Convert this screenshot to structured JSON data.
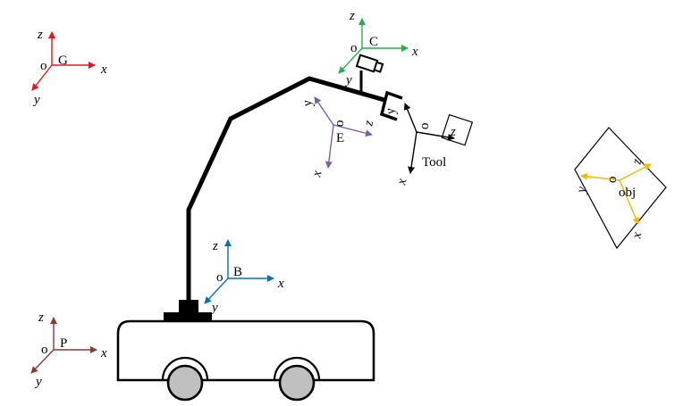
{
  "colors": {
    "frame_G": "#e8141c",
    "frame_C": "#22b14c",
    "frame_E": "#7c5fa3",
    "frame_Tool": "#000000",
    "frame_obj": "#f5b800",
    "frame_B": "#0070c0",
    "frame_P": "#8b3a2e",
    "structure": "#000000",
    "wheel_fill": "#c0c0c0"
  },
  "frames": {
    "G": {
      "name": "G",
      "origin": "o",
      "x": "x",
      "y": "y",
      "z": "z"
    },
    "C": {
      "name": "C",
      "origin": "o",
      "x": "x",
      "y": "y",
      "z": "z"
    },
    "E": {
      "name": "E",
      "origin": "o",
      "x": "x",
      "y": "y",
      "z": "z"
    },
    "Tool": {
      "name": "Tool",
      "origin": "o",
      "x": "x",
      "y": "y",
      "z": "z"
    },
    "obj": {
      "name": "obj",
      "origin": "o",
      "x": "x",
      "y": "y",
      "z": "z"
    },
    "B": {
      "name": "B",
      "origin": "o",
      "x": "x",
      "y": "y",
      "z": "z"
    },
    "P": {
      "name": "P",
      "origin": "o",
      "x": "x",
      "y": "y",
      "z": "z"
    }
  }
}
